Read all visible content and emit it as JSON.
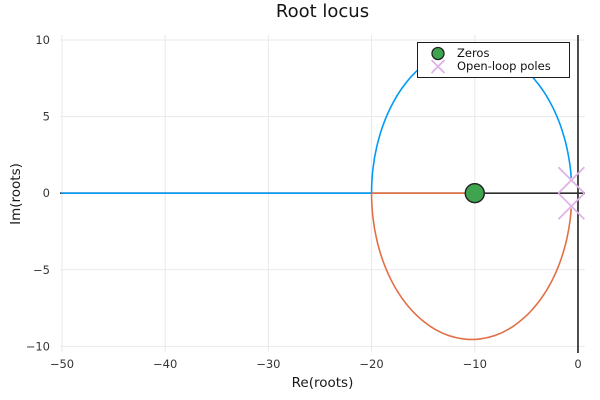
{
  "chart_data": {
    "type": "line",
    "title": "Root locus",
    "xlabel": "Re(roots)",
    "ylabel": "Im(roots)",
    "xlim": [
      -50.19,
      0.68
    ],
    "ylim": [
      -10.37,
      10.33
    ],
    "grid": true,
    "grid_color": "#e9e9e9",
    "background_color": "#ffffff",
    "axis_line_color": "#2e2e2e",
    "xticks": {
      "values": [
        -50,
        -40,
        -30,
        -20,
        -10,
        0
      ],
      "labels": [
        "−50",
        "−40",
        "−30",
        "−20",
        "−10",
        "0"
      ]
    },
    "yticks": {
      "values": [
        -10,
        -5,
        0,
        5,
        10
      ],
      "labels": [
        "−10",
        "−5",
        "0",
        "5",
        "10"
      ]
    },
    "legend": {
      "position": "top-right",
      "entries": [
        {
          "label": "Zeros",
          "marker": "circle",
          "color": "#3ea44e",
          "stroke": "#222222"
        },
        {
          "label": "Open-loop poles",
          "marker": "x",
          "color": "#ddb1e6",
          "stroke": "#ddb1e6"
        }
      ]
    },
    "zeros": [
      {
        "re": -10,
        "im": 0
      }
    ],
    "poles": [
      {
        "re": -0.64,
        "im": 0.85
      },
      {
        "re": -0.64,
        "im": -0.85
      }
    ],
    "axis_cross_lines": {
      "real_axis_im": 0,
      "imag_axis_re": 0
    },
    "locus_circle": {
      "center_re": -10.3,
      "rx": 9.7,
      "ry": 9.55,
      "end_angle_deg": 5.1
    },
    "branches": [
      {
        "name": "branch-to-infinity",
        "color": "#009af9",
        "real_segment": [
          -50.1,
          -20
        ],
        "arc_half": "upper"
      },
      {
        "name": "branch-to-zero",
        "color": "#e26f46",
        "real_segment": [
          -20,
          -10
        ],
        "arc_half": "lower"
      }
    ]
  }
}
